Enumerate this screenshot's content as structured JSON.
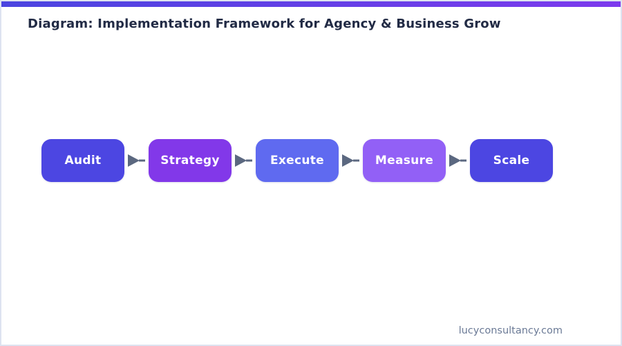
{
  "page": {
    "title": "Diagram: Implementation Framework for Agency & Business Grow",
    "footer": "lucyconsultancy.com"
  },
  "theme": {
    "top_bar_gradient_start": "#4b45e0",
    "top_bar_gradient_end": "#7c3aed",
    "page_border_color": "#dde3f0",
    "title_color": "#222b45",
    "footer_color": "#6b7a96",
    "arrow_color": "#5b6880",
    "step_text_color": "#ffffff"
  },
  "flow": {
    "steps": [
      {
        "label": "Audit",
        "color": "#4c46e2"
      },
      {
        "label": "Strategy",
        "color": "#8238e9"
      },
      {
        "label": "Execute",
        "color": "#5f6af0"
      },
      {
        "label": "Measure",
        "color": "#9260f6"
      },
      {
        "label": "Scale",
        "color": "#4c46e2"
      }
    ],
    "arrow_icon": "right-arrow-icon"
  }
}
